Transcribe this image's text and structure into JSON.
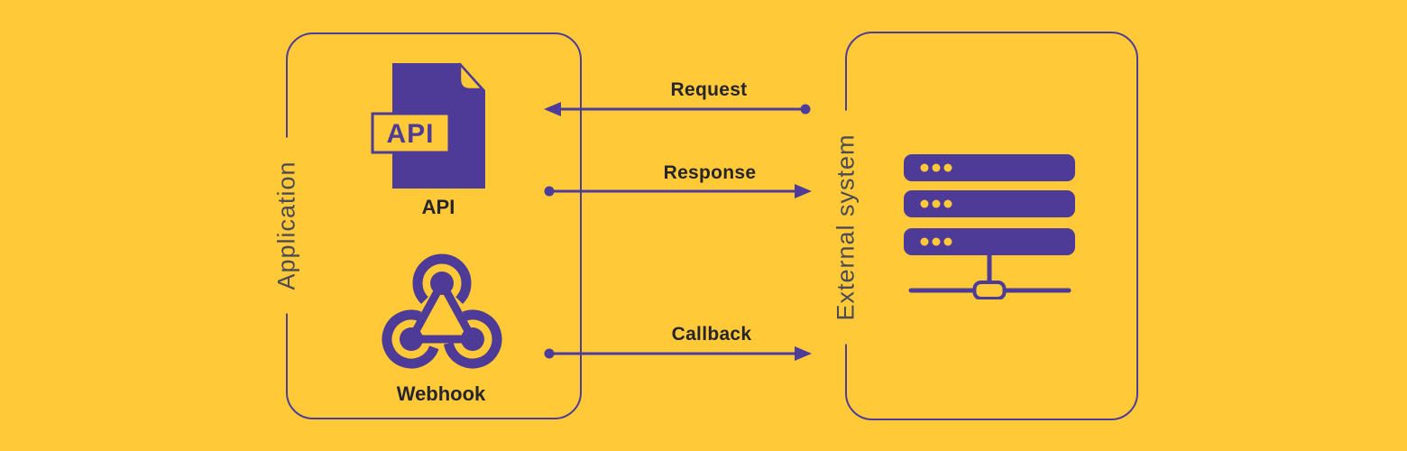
{
  "colors": {
    "background": "#FFC937",
    "purple": "#4E3A97",
    "outline": "#4E3C9B",
    "text_dark": "#26242C",
    "box_label_gray": "#4C4A54"
  },
  "application_box": {
    "label": "Application",
    "api_icon_text": "API",
    "api_caption": "API",
    "webhook_caption": "Webhook"
  },
  "external_box": {
    "label": "External system"
  },
  "arrows": {
    "request": {
      "label": "Request",
      "direction": "right-to-left"
    },
    "response": {
      "label": "Response",
      "direction": "left-to-right"
    },
    "callback": {
      "label": "Callback",
      "direction": "left-to-right"
    }
  },
  "icons": {
    "api": "api-file-icon",
    "webhook": "webhook-icon",
    "server": "server-icon"
  }
}
